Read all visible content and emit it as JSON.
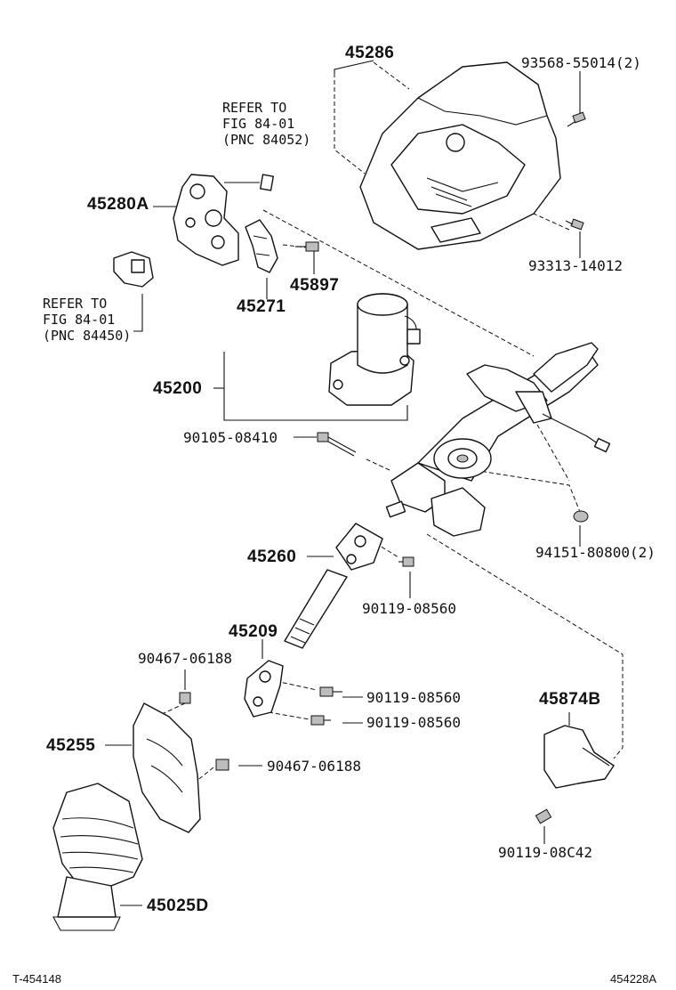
{
  "labels": {
    "p45286": "45286",
    "p93568": "93568-55014(2)",
    "p93313": "93313-14012",
    "p45280A": "45280A",
    "p45271": "45271",
    "p45897": "45897",
    "p45200": "45200",
    "p90105": "90105-08410",
    "p94151": "94151-80800(2)",
    "p45260": "45260",
    "p90119a": "90119-08560",
    "p45209": "45209",
    "p90467a": "90467-06188",
    "p90119b": "90119-08560",
    "p90119c": "90119-08560",
    "p45874B": "45874B",
    "p45255": "45255",
    "p90467b": "90467-06188",
    "p90119d": "90119-08C42",
    "p45025D": "45025D"
  },
  "references": {
    "top": "REFER TO\nFIG 84-01\n(PNC 84052)",
    "left": "REFER TO\nFIG 84-01\n(PNC 84450)"
  },
  "footer": {
    "left": "T-454148",
    "right": "454228A"
  }
}
